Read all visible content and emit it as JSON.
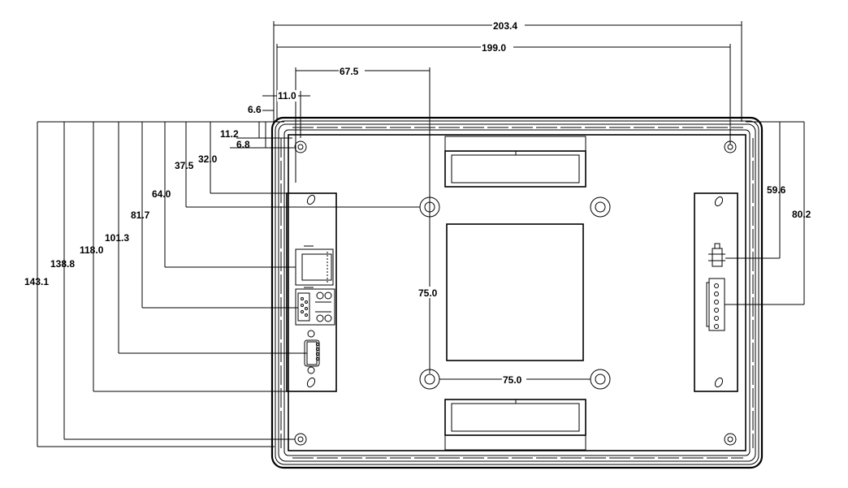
{
  "dimensions": {
    "overall_width": "203.4",
    "hole_span_width": "199.0",
    "vesa_offset_x": "67.5",
    "offset_11_0": "11.0",
    "offset_6_6": "6.6",
    "offset_11_2": "11.2",
    "offset_6_8": "6.8",
    "offset_37_5": "37.5",
    "offset_32_0": "32.0",
    "offset_64_0": "64.0",
    "offset_81_7": "81.7",
    "offset_101_3": "101.3",
    "offset_118_0": "118.0",
    "offset_138_8": "138.8",
    "offset_143_1": "143.1",
    "offset_59_6": "59.6",
    "offset_80_2": "80.2",
    "vesa_vertical": "75.0",
    "vesa_horizontal": "75.0"
  }
}
